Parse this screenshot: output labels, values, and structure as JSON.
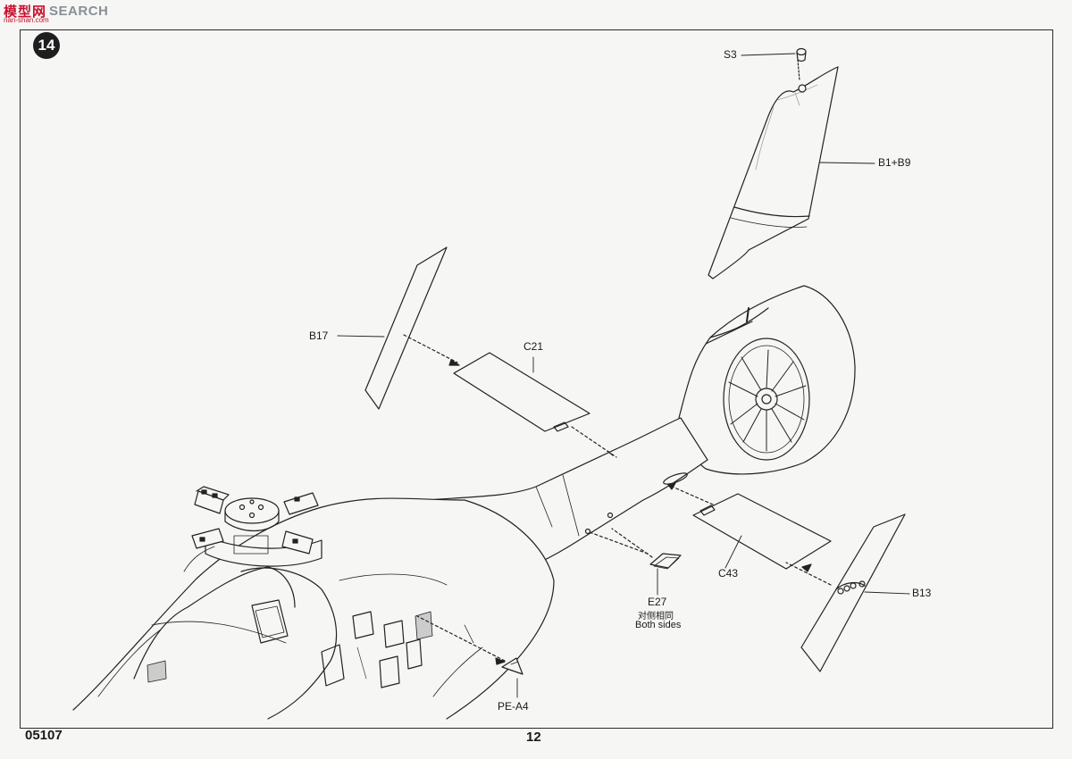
{
  "watermark": {
    "cn": "模型网",
    "en": "SEARCH",
    "domain": "nan-shan.com"
  },
  "step_number": "14",
  "parts": {
    "s3": "S3",
    "b1_b9": "B1+B9",
    "b17": "B17",
    "c21": "C21",
    "c43": "C43",
    "b13": "B13",
    "e27": "E27",
    "e27_note_cn": "对侧相同",
    "e27_note_en": "Both sides",
    "pe_a4": "PE-A4"
  },
  "footer": {
    "product_code": "05107",
    "page_number": "12"
  },
  "colors": {
    "line": "#222222",
    "paper": "#f6f6f4",
    "watermark_red": "#c8102e",
    "watermark_grey": "#8a8f97"
  }
}
